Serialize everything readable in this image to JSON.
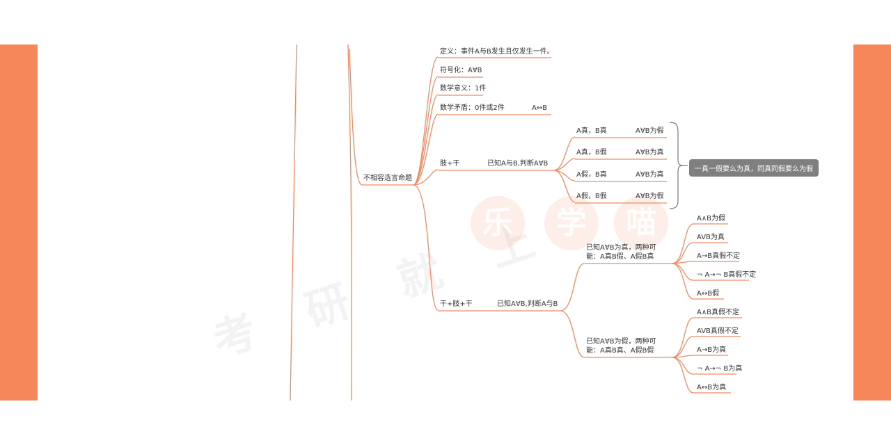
{
  "colors": {
    "accent": "#f5875a",
    "line": "#f08a62",
    "summary_bg": "#7f7f7f"
  },
  "watermark": {
    "text": "考 研 就 上",
    "logo_chars": [
      "乐",
      "学",
      "喵"
    ]
  },
  "root": {
    "label": "不相容选言命题"
  },
  "branches": {
    "definition": "定义：事件A与B发生且仅发生一件。",
    "symbol": "符号化：A∀B",
    "math_meaning": "数学意义：1件",
    "math_contradiction": {
      "label": "数学矛盾：0件或2件",
      "note": "A↔B"
    }
  },
  "zhi_gan": {
    "label": "肢+干",
    "sub": "已知A与B,判断A∀B",
    "rows": [
      {
        "left": "A真，B真",
        "right": "A∀B为假"
      },
      {
        "left": "A真，B假",
        "right": "A∀B为真"
      },
      {
        "left": "A假，B真",
        "right": "A∀B为真"
      },
      {
        "left": "A假，B假",
        "right": "A∀B为假"
      }
    ],
    "summary": "一真一假要么为真，同真同假要么为假"
  },
  "gan_zhi_gan": {
    "label": "干+肢+干",
    "sub": "已知A∀B,判断A与B",
    "case_true": {
      "label": "已知A∀B为真，两种可能：A真B假、A假B真",
      "items": [
        "A∧B为假",
        "AVB为真",
        "A→B真假不定",
        "¬ A→¬ B真假不定",
        "A↔B假"
      ]
    },
    "case_false": {
      "label": "已知A∀B为假，两种可能：A真B真、A假B假",
      "items": [
        "A∧B真假不定",
        "AVB真假不定",
        "A→B为真",
        "¬ A→¬ B为真",
        "A↔B为真"
      ]
    }
  }
}
